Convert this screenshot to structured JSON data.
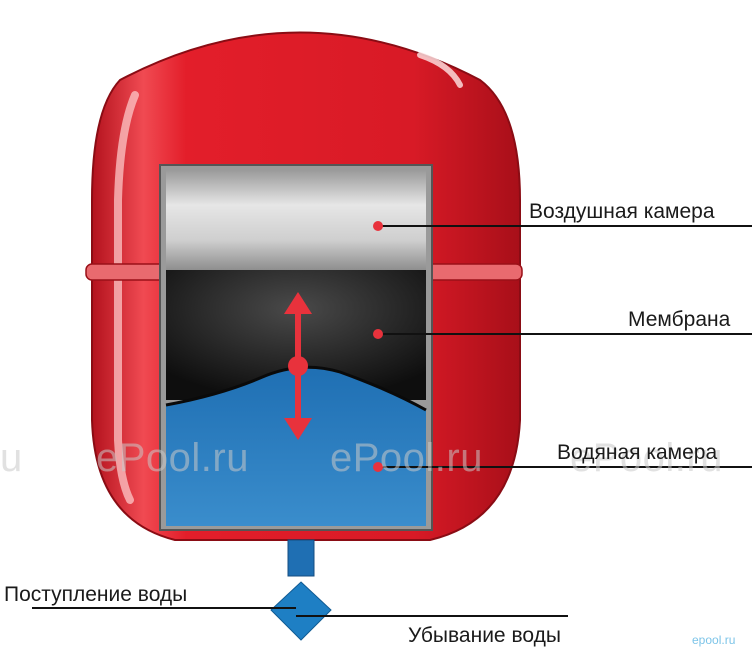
{
  "labels": {
    "air_chamber": "Воздушная камера",
    "membrane": "Мембрана",
    "water_chamber": "Водяная камера",
    "water_inflow": "Поступление воды",
    "water_outflow": "Убывание воды"
  },
  "watermarks": {
    "left_fragment": "u",
    "center_left": "ePool.ru",
    "center": "ePool.ru",
    "right": "ePool.ru",
    "corner": "epool.ru"
  },
  "colors": {
    "tank_red": "#e31e2a",
    "air_gray": "#c9c9c9",
    "membrane_black": "#1a1a1a",
    "water_blue": "#2b7dc0",
    "valve_blue": "#1e7fc4",
    "arrow_red": "#e8323c",
    "marker_dot": "#e8323c"
  }
}
